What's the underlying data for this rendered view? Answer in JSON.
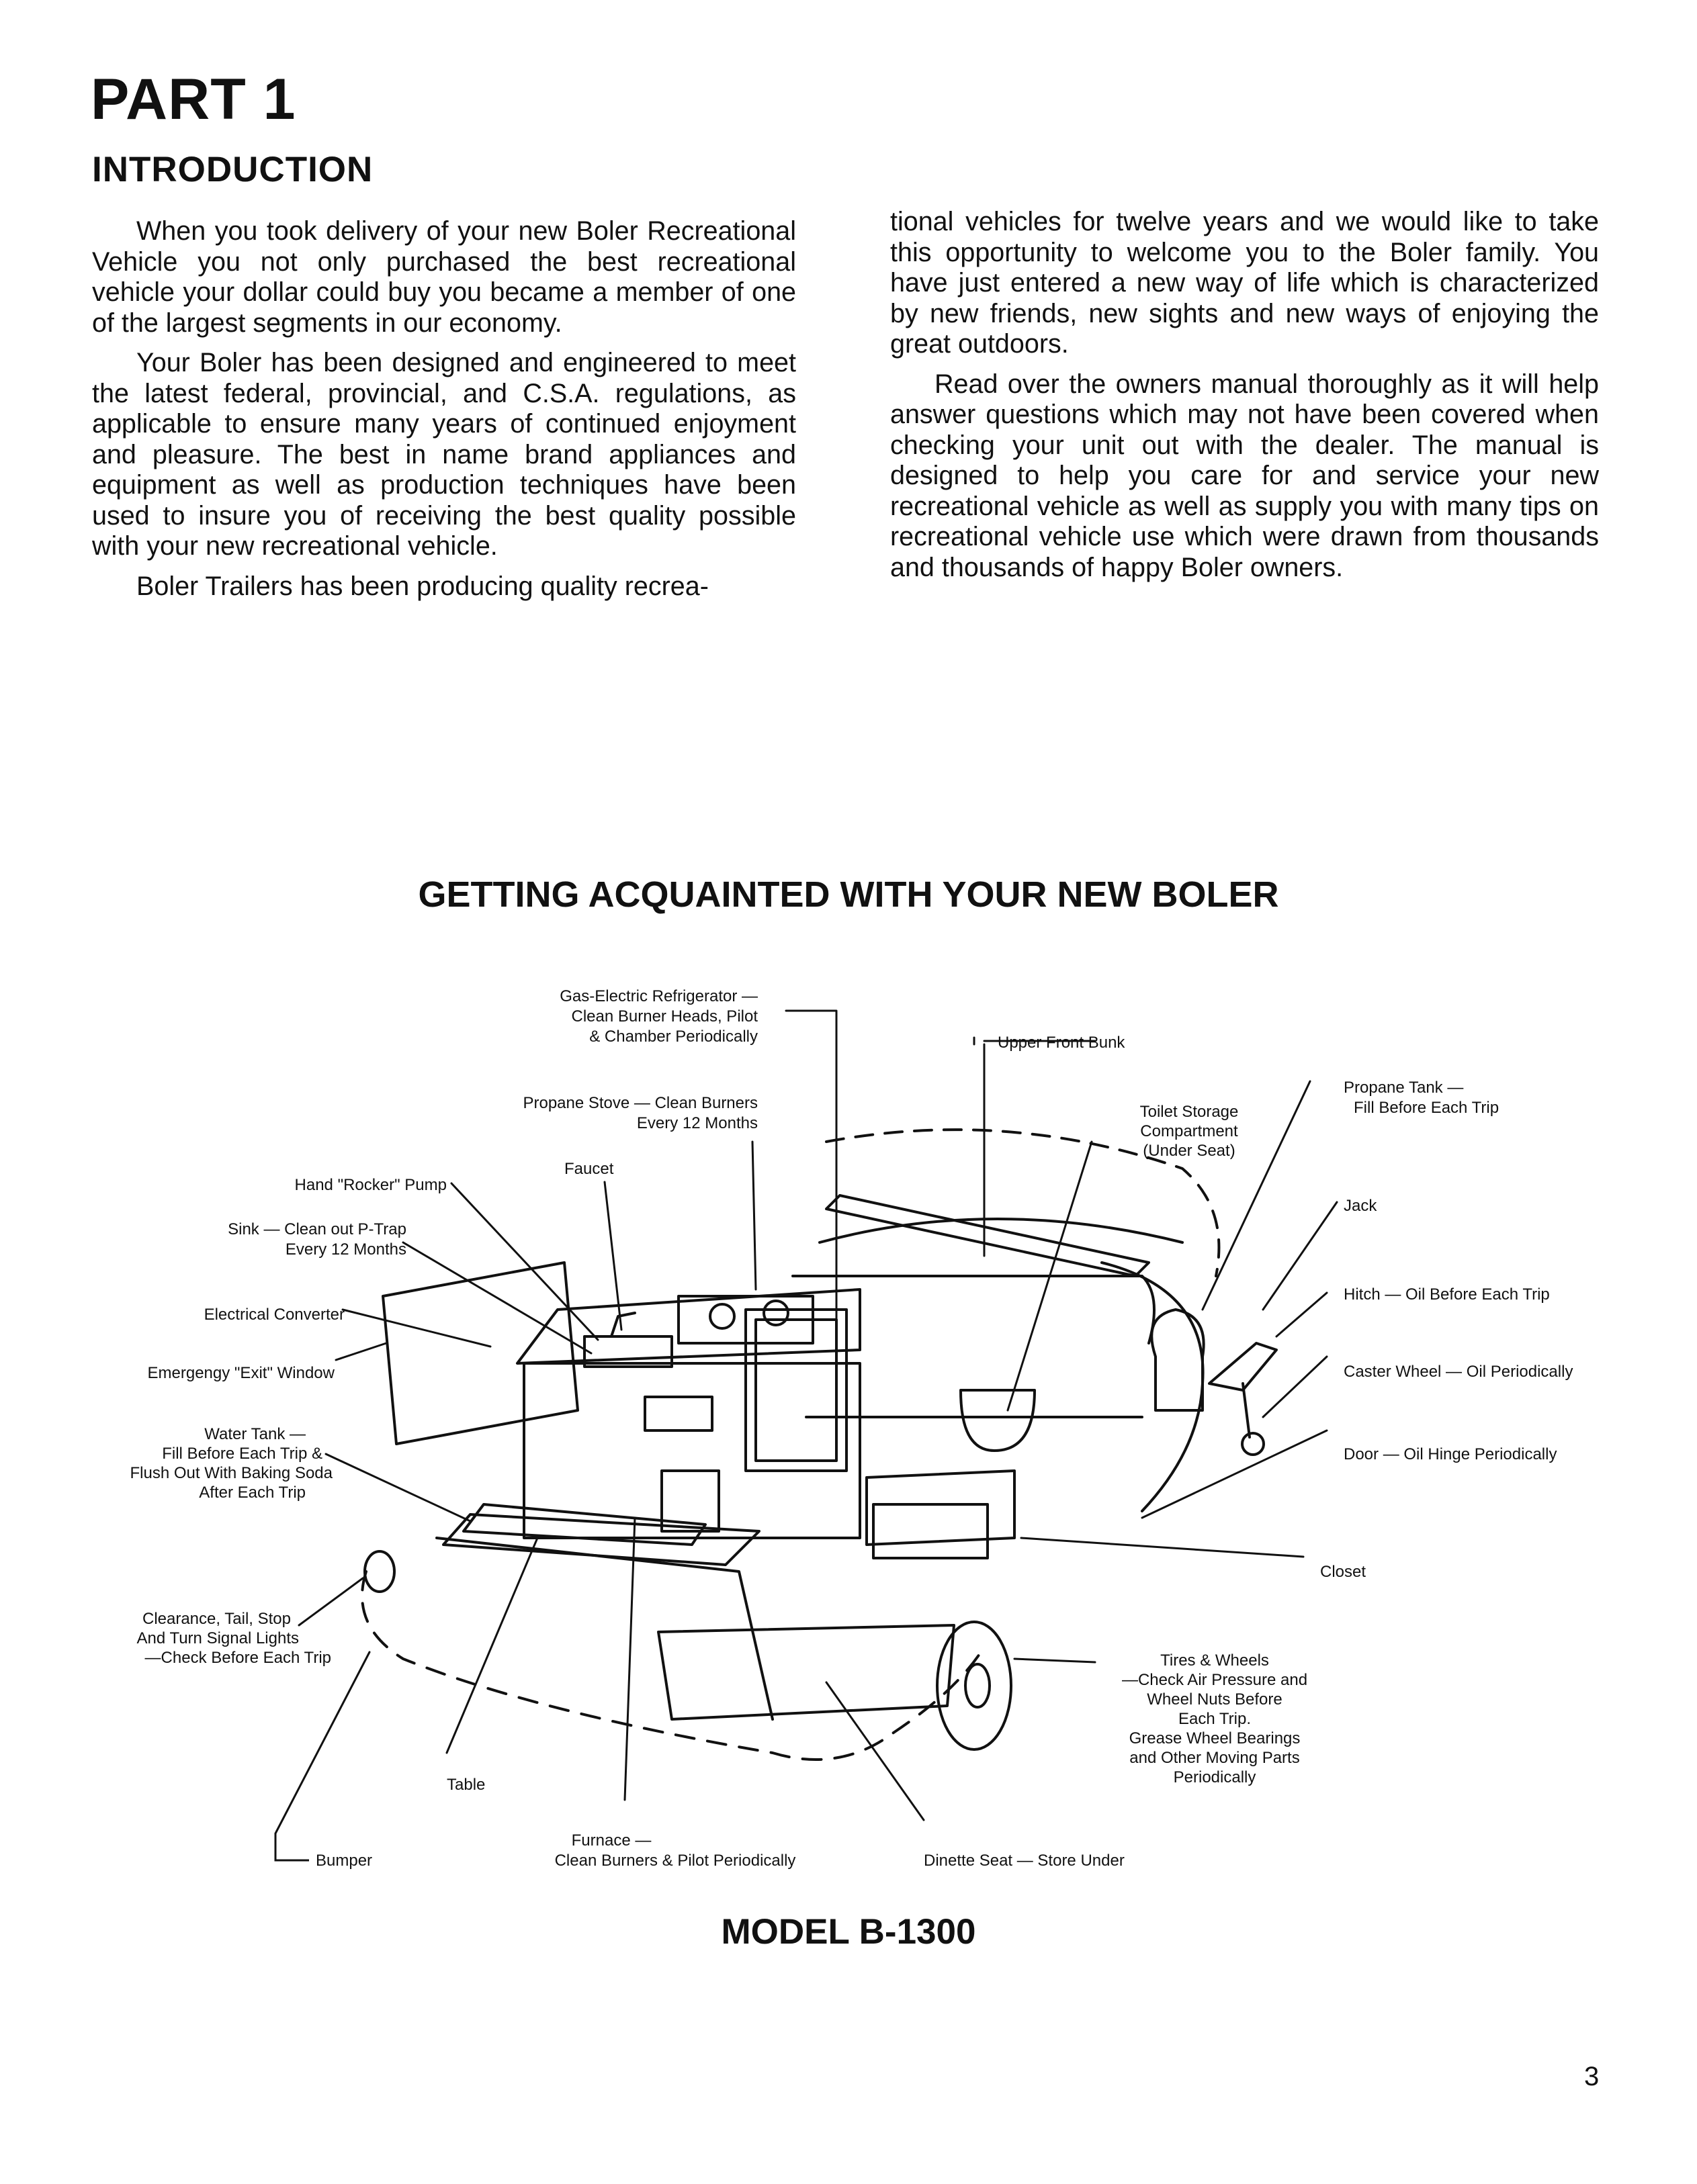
{
  "header": {
    "part": "PART 1",
    "section": "INTRODUCTION"
  },
  "intro": {
    "left": [
      "When you took delivery of your new Boler Recreational Vehicle you not only purchased the best recreational vehicle your dollar could buy you became a member of one of the largest segments in our economy.",
      "Your Boler has been designed and engineered to meet the latest federal, provincial, and C.S.A. regulations, as applicable to ensure many years of continued enjoyment and pleasure. The best in name brand appliances and equipment as well as production techniques have been used to insure you of receiving the best quality possible with your new recreational vehicle.",
      "Boler Trailers has been producing quality recrea-"
    ],
    "right": [
      "tional vehicles for twelve years and we would like to take this opportunity to welcome you to the Boler family. You have just entered a new way of life which is characterized by new friends, new sights and new ways of enjoying the great outdoors.",
      "Read over the owners manual thoroughly as it will help answer questions which may not have been covered when checking your unit out with the dealer. The manual is designed to help you care for and service your new recreational vehicle as well as supply you with many tips on recreational vehicle use which were drawn from thousands and thousands of happy Boler owners."
    ]
  },
  "diagram": {
    "title": "GETTING ACQUAINTED WITH YOUR NEW BOLER",
    "model": "MODEL B-1300",
    "labels": {
      "refrigerator": [
        "Gas-Electric Refrigerator —",
        "Clean Burner Heads, Pilot",
        "& Chamber Periodically"
      ],
      "upper_bunk": [
        "Upper Front Bunk"
      ],
      "propane_stove": [
        "Propane Stove — Clean Burners",
        "Every 12 Months"
      ],
      "toilet": [
        "Toilet Storage",
        "Compartment",
        "(Under Seat)"
      ],
      "propane_tank": [
        "Propane Tank —",
        "Fill Before Each Trip"
      ],
      "faucet": [
        "Faucet"
      ],
      "pump": [
        "Hand \"Rocker\" Pump"
      ],
      "jack": [
        "Jack"
      ],
      "sink": [
        "Sink — Clean out P-Trap",
        "Every 12 Months"
      ],
      "hitch": [
        "Hitch — Oil Before Each Trip"
      ],
      "converter": [
        "Electrical Converter"
      ],
      "caster": [
        "Caster Wheel — Oil Periodically"
      ],
      "exit_window": [
        "Emergengy \"Exit\" Window"
      ],
      "water_tank": [
        "Water Tank —",
        "Fill Before Each Trip &",
        "Flush Out With Baking Soda",
        "After Each Trip"
      ],
      "door": [
        "Door — Oil Hinge Periodically"
      ],
      "closet": [
        "Closet"
      ],
      "lights": [
        "Clearance, Tail, Stop",
        "And Turn Signal Lights",
        "—Check Before Each Trip"
      ],
      "tires": [
        "Tires & Wheels",
        "—Check Air Pressure and",
        "Wheel Nuts Before",
        "Each Trip.",
        "Grease Wheel Bearings",
        "and Other Moving Parts",
        "Periodically"
      ],
      "table": [
        "Table"
      ],
      "furnace": [
        "Furnace —",
        "Clean Burners & Pilot Periodically"
      ],
      "bumper": [
        "Bumper"
      ],
      "dinette": [
        "Dinette Seat — Store Under"
      ]
    }
  },
  "footer": {
    "page_number": "3"
  }
}
